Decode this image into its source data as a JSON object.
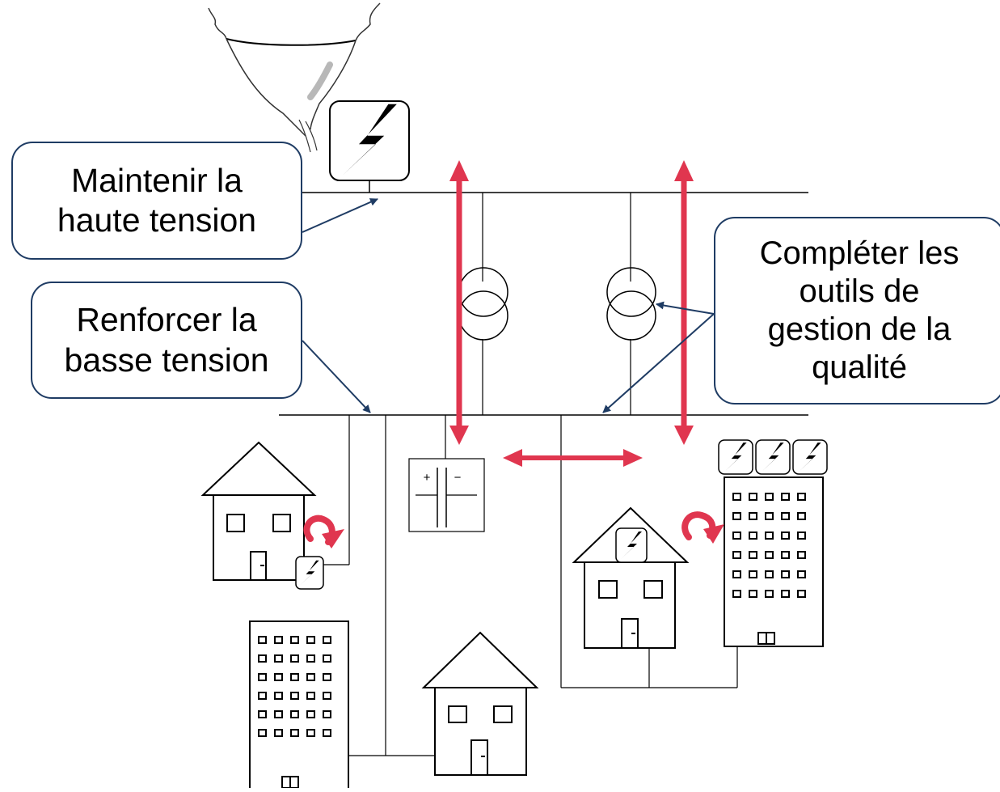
{
  "callouts": {
    "high_voltage": {
      "line1": "Maintenir la",
      "line2": "haute tension"
    },
    "low_voltage": {
      "line1": "Renforcer la",
      "line2": "basse tension"
    },
    "quality": {
      "line1": "Compléter les",
      "line2": "outils de",
      "line3": "gestion de la",
      "line4": "qualité"
    }
  },
  "battery_symbols": {
    "plus": "+",
    "minus": "−"
  },
  "colors": {
    "callout_border": "#1f3c64",
    "leader_arrow": "#1f3c64",
    "flow_arrow": "#e0364f",
    "line": "#000000"
  },
  "icons": [
    "wind-turbine-icon",
    "solar-panel-icon",
    "transformer-icon",
    "battery-icon",
    "house-icon",
    "building-icon",
    "self-consumption-icon"
  ]
}
